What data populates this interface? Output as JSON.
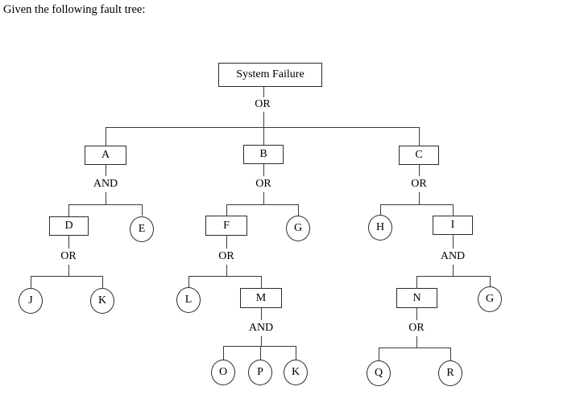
{
  "page": {
    "instruction": "Given the following fault tree:"
  },
  "colors": {
    "background": "#ffffff",
    "line": "#3a3a3a",
    "text": "#000000"
  },
  "fault_tree": {
    "label": "System Failure",
    "shape": "rect",
    "gate": "OR",
    "children": [
      {
        "label": "A",
        "shape": "rect",
        "gate": "AND",
        "children": [
          {
            "label": "D",
            "shape": "rect",
            "gate": "OR",
            "children": [
              {
                "label": "J",
                "shape": "circle"
              },
              {
                "label": "K",
                "shape": "circle"
              }
            ]
          },
          {
            "label": "E",
            "shape": "circle"
          }
        ]
      },
      {
        "label": "B",
        "shape": "rect",
        "gate": "OR",
        "children": [
          {
            "label": "F",
            "shape": "rect",
            "gate": "OR",
            "children": [
              {
                "label": "L",
                "shape": "circle"
              },
              {
                "label": "M",
                "shape": "rect",
                "gate": "AND",
                "children": [
                  {
                    "label": "O",
                    "shape": "circle"
                  },
                  {
                    "label": "P",
                    "shape": "circle"
                  },
                  {
                    "label": "K",
                    "shape": "circle"
                  }
                ]
              }
            ]
          },
          {
            "label": "G",
            "shape": "circle"
          }
        ]
      },
      {
        "label": "C",
        "shape": "rect",
        "gate": "OR",
        "children": [
          {
            "label": "H",
            "shape": "circle"
          },
          {
            "label": "I",
            "shape": "rect",
            "gate": "AND",
            "children": [
              {
                "label": "N",
                "shape": "rect",
                "gate": "OR",
                "children": [
                  {
                    "label": "Q",
                    "shape": "circle"
                  },
                  {
                    "label": "R",
                    "shape": "circle"
                  }
                ]
              },
              {
                "label": "G",
                "shape": "circle"
              }
            ]
          }
        ]
      }
    ]
  }
}
